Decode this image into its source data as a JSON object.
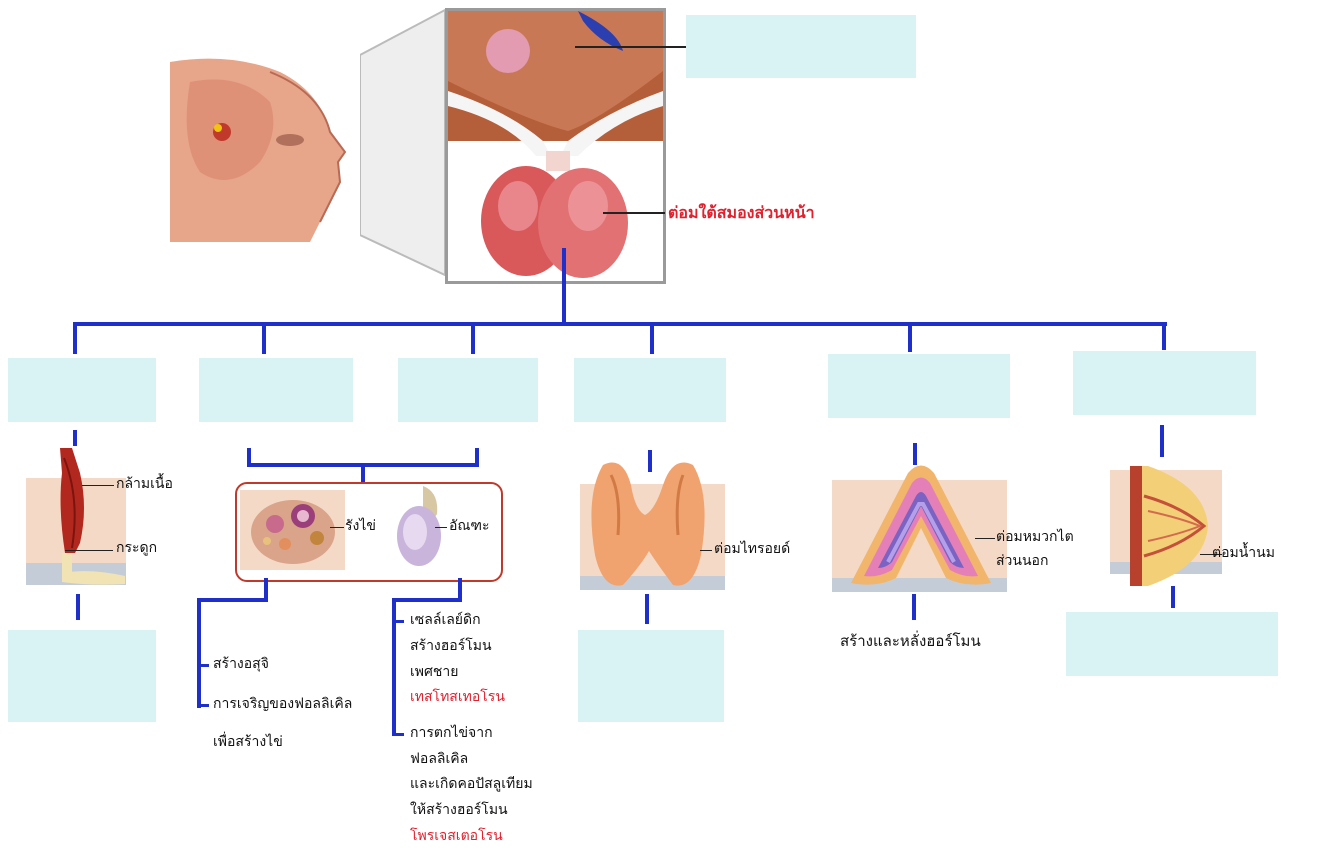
{
  "pituitary_label": "ต่อมใต้สมองส่วนหน้า",
  "organs": {
    "muscle": "กล้ามเนื้อ",
    "bone": "กระดูก",
    "ovary": "รังไข่",
    "testis": "อัณฑะ",
    "thyroid": "ต่อมไทรอยด์",
    "adrenal_line1": "ต่อมหมวกไต",
    "adrenal_line2": "ส่วนนอก",
    "mammary": "ต่อมน้ำนม"
  },
  "effects": {
    "sperm": "สร้างอสุจิ",
    "follicle_line1": "การเจริญของฟอลลิเคิล",
    "follicle_line2": "เพื่อสร้างไข่",
    "leydig": [
      "เซลล์เลย์ดิก",
      "สร้างฮอร์โมน",
      "เพศชาย"
    ],
    "testosterone": "เทสโทสเทอโรน",
    "ovulation": [
      "การตกไข่จาก",
      "ฟอลลิเคิล",
      "และเกิดคอปัสลูเทียม",
      "ให้สร้างฮอร์โมน"
    ],
    "progesterone": "โพรเจสเตอโรน",
    "adrenal_effect": "สร้างและหลั่งฮอร์โมน"
  },
  "colors": {
    "connector": "#1f2fc9",
    "blank_box": "#d9f3f5",
    "highlight_text": "#e0212e"
  }
}
